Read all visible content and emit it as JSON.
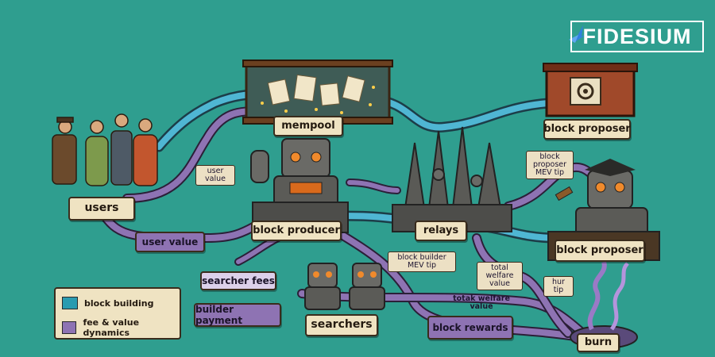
{
  "brand": {
    "name": "FIDESIUM",
    "icon": "hummingbird-icon"
  },
  "nodes": {
    "users": "users",
    "mempool": "mempool",
    "block_producer": "block producer",
    "relays": "relays",
    "block_proposer_top": "block proposer",
    "block_proposer_bottom": "block proposer",
    "searchers": "searchers",
    "burn": "burn"
  },
  "flows": {
    "user_value_small": "user value",
    "user_value": "user value",
    "block_proposer_mev_tip": "block proposer MEV tip",
    "block_builder_mev_tip": "block builder MEV tip",
    "total_welfare_value_box": "total welfare value",
    "hur_tip": "hur tip",
    "totak_welfare_value": "totak welfare value",
    "searcher_fees": "searcher fees",
    "builder_payment": "builder payment",
    "block_rewards": "block rewards"
  },
  "legend": {
    "items": [
      {
        "label": "block building",
        "color": "#2a9bb0"
      },
      {
        "label": "fee & value dynamics",
        "color": "#8e73b3"
      }
    ]
  },
  "colors": {
    "background": "#2f9e8f",
    "blue_flow": "#4fb6d3",
    "purple_flow": "#8e73b3",
    "label_bg": "#efe3c2"
  }
}
